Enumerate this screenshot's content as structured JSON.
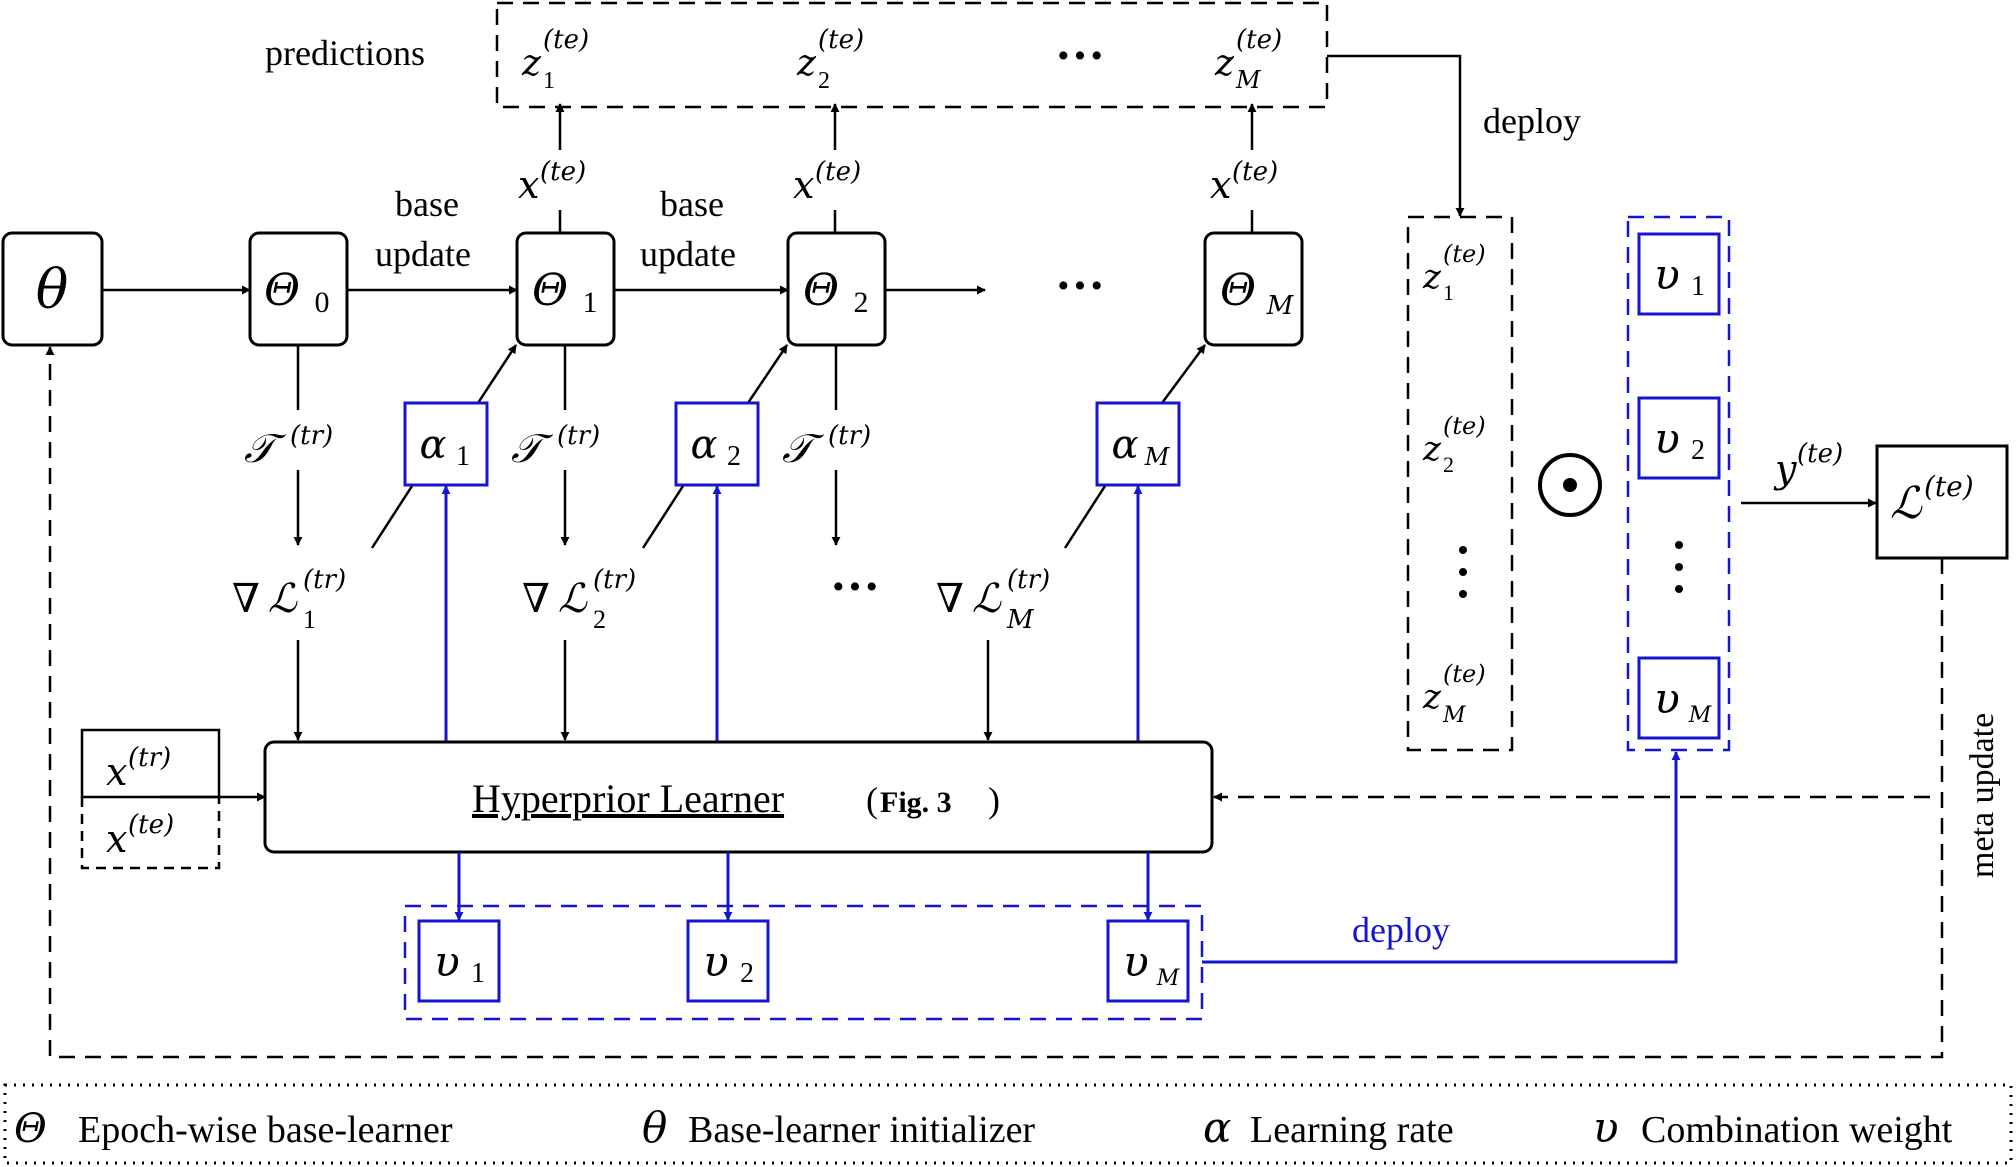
{
  "labels": {
    "predictions": "predictions",
    "deploy_top": "deploy",
    "deploy_bottom": "deploy",
    "base_update": "base",
    "update": "update",
    "meta_update": "meta update",
    "hyperprior": "Hyperprior Learner",
    "fig_ref": "Fig. 3",
    "ellipsis": "···"
  },
  "symbols": {
    "theta": "θ",
    "Theta": "Θ",
    "alpha": "α",
    "v": "υ",
    "T": "𝒯",
    "L": "ℒ",
    "nabla": "∇",
    "odot": "⊙",
    "z": "z",
    "x": "x",
    "y": "y",
    "te": "(te)",
    "tr": "(tr)",
    "idx0": "0",
    "idx1": "1",
    "idx2": "2",
    "idxM": "M"
  },
  "legend": {
    "items": [
      {
        "symbol": "Θ",
        "text": "Epoch-wise base-learner"
      },
      {
        "symbol": "θ",
        "text": "Base-learner initializer"
      },
      {
        "symbol": "α",
        "text": "Learning rate"
      },
      {
        "symbol": "υ",
        "text": "Combination weight"
      }
    ]
  },
  "colors": {
    "black": "#000000",
    "blue": "#1515d0"
  }
}
